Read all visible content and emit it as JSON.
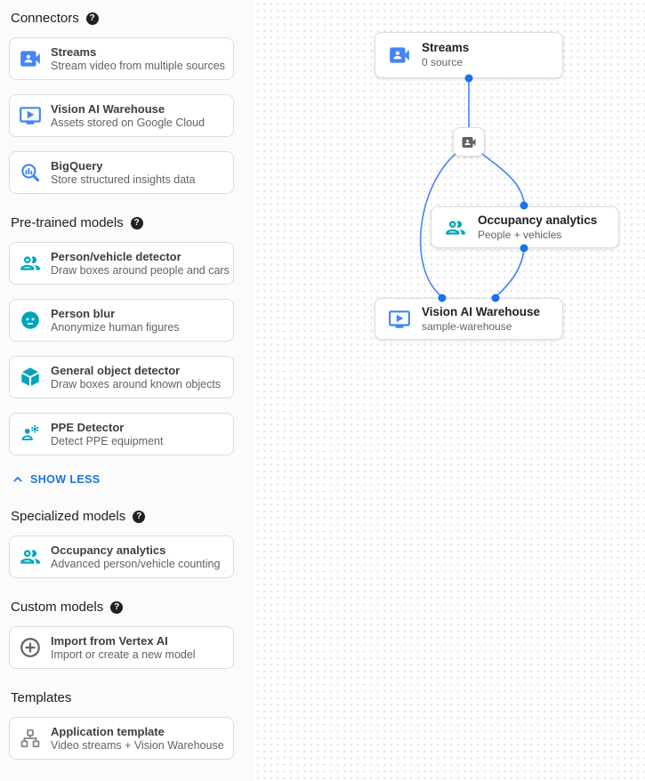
{
  "colors": {
    "blue": "#4285f4",
    "blue_dark": "#1a73e8",
    "teal": "#00a4bd",
    "gray": "#5f6368",
    "gray_light": "#85898d",
    "link": "#1a73e8"
  },
  "help_glyph": "?",
  "sidebar": {
    "sections": [
      {
        "heading": "Connectors",
        "has_help": true,
        "items": [
          {
            "icon": "video-camera-icon",
            "color": "blue",
            "title": "Streams",
            "subtitle": "Stream video from multiple sources"
          },
          {
            "icon": "warehouse-play-icon",
            "color": "blue",
            "title": "Vision AI Warehouse",
            "subtitle": "Assets stored on Google Cloud"
          },
          {
            "icon": "bigquery-search-icon",
            "color": "blue",
            "title": "BigQuery",
            "subtitle": "Store structured insights data"
          }
        ]
      },
      {
        "heading": "Pre-trained models",
        "has_help": true,
        "items": [
          {
            "icon": "people-icon",
            "color": "teal",
            "title": "Person/vehicle detector",
            "subtitle": "Draw boxes around people and cars"
          },
          {
            "icon": "face-icon",
            "color": "teal",
            "title": "Person blur",
            "subtitle": "Anonymize human figures"
          },
          {
            "icon": "cube-icon",
            "color": "teal",
            "title": "General object detector",
            "subtitle": "Draw boxes around known objects"
          },
          {
            "icon": "ppe-icon",
            "color": "teal",
            "title": "PPE Detector",
            "subtitle": "Detect PPE equipment"
          }
        ],
        "footer_link": {
          "label": "SHOW LESS",
          "icon": "chevron-up-icon"
        }
      },
      {
        "heading": "Specialized models",
        "has_help": true,
        "items": [
          {
            "icon": "people-icon",
            "color": "teal",
            "title": "Occupancy analytics",
            "subtitle": "Advanced person/vehicle counting"
          }
        ]
      },
      {
        "heading": "Custom models",
        "has_help": true,
        "items": [
          {
            "icon": "add-circle-icon",
            "color": "gray",
            "title": "Import from Vertex AI",
            "subtitle": "Import or create a new model"
          }
        ]
      },
      {
        "heading": "Templates",
        "has_help": false,
        "items": [
          {
            "icon": "app-template-icon",
            "color": "gray_light",
            "title": "Application template",
            "subtitle": "Video streams + Vision Warehouse"
          }
        ]
      }
    ]
  },
  "canvas": {
    "nodes": [
      {
        "id": "streams",
        "icon": "video-camera-icon",
        "icon_color": "blue",
        "title": "Streams",
        "subtitle": "0 source"
      },
      {
        "id": "stream-source",
        "icon": "video-camera-icon",
        "icon_color": "gray",
        "title": "",
        "subtitle": ""
      },
      {
        "id": "occupancy-analytics",
        "icon": "people-icon",
        "icon_color": "teal",
        "title": "Occupancy analytics",
        "subtitle": "People + vehicles"
      },
      {
        "id": "vision-ai-warehouse",
        "icon": "warehouse-play-icon",
        "icon_color": "blue",
        "title": "Vision AI Warehouse",
        "subtitle": "sample-warehouse"
      }
    ]
  }
}
